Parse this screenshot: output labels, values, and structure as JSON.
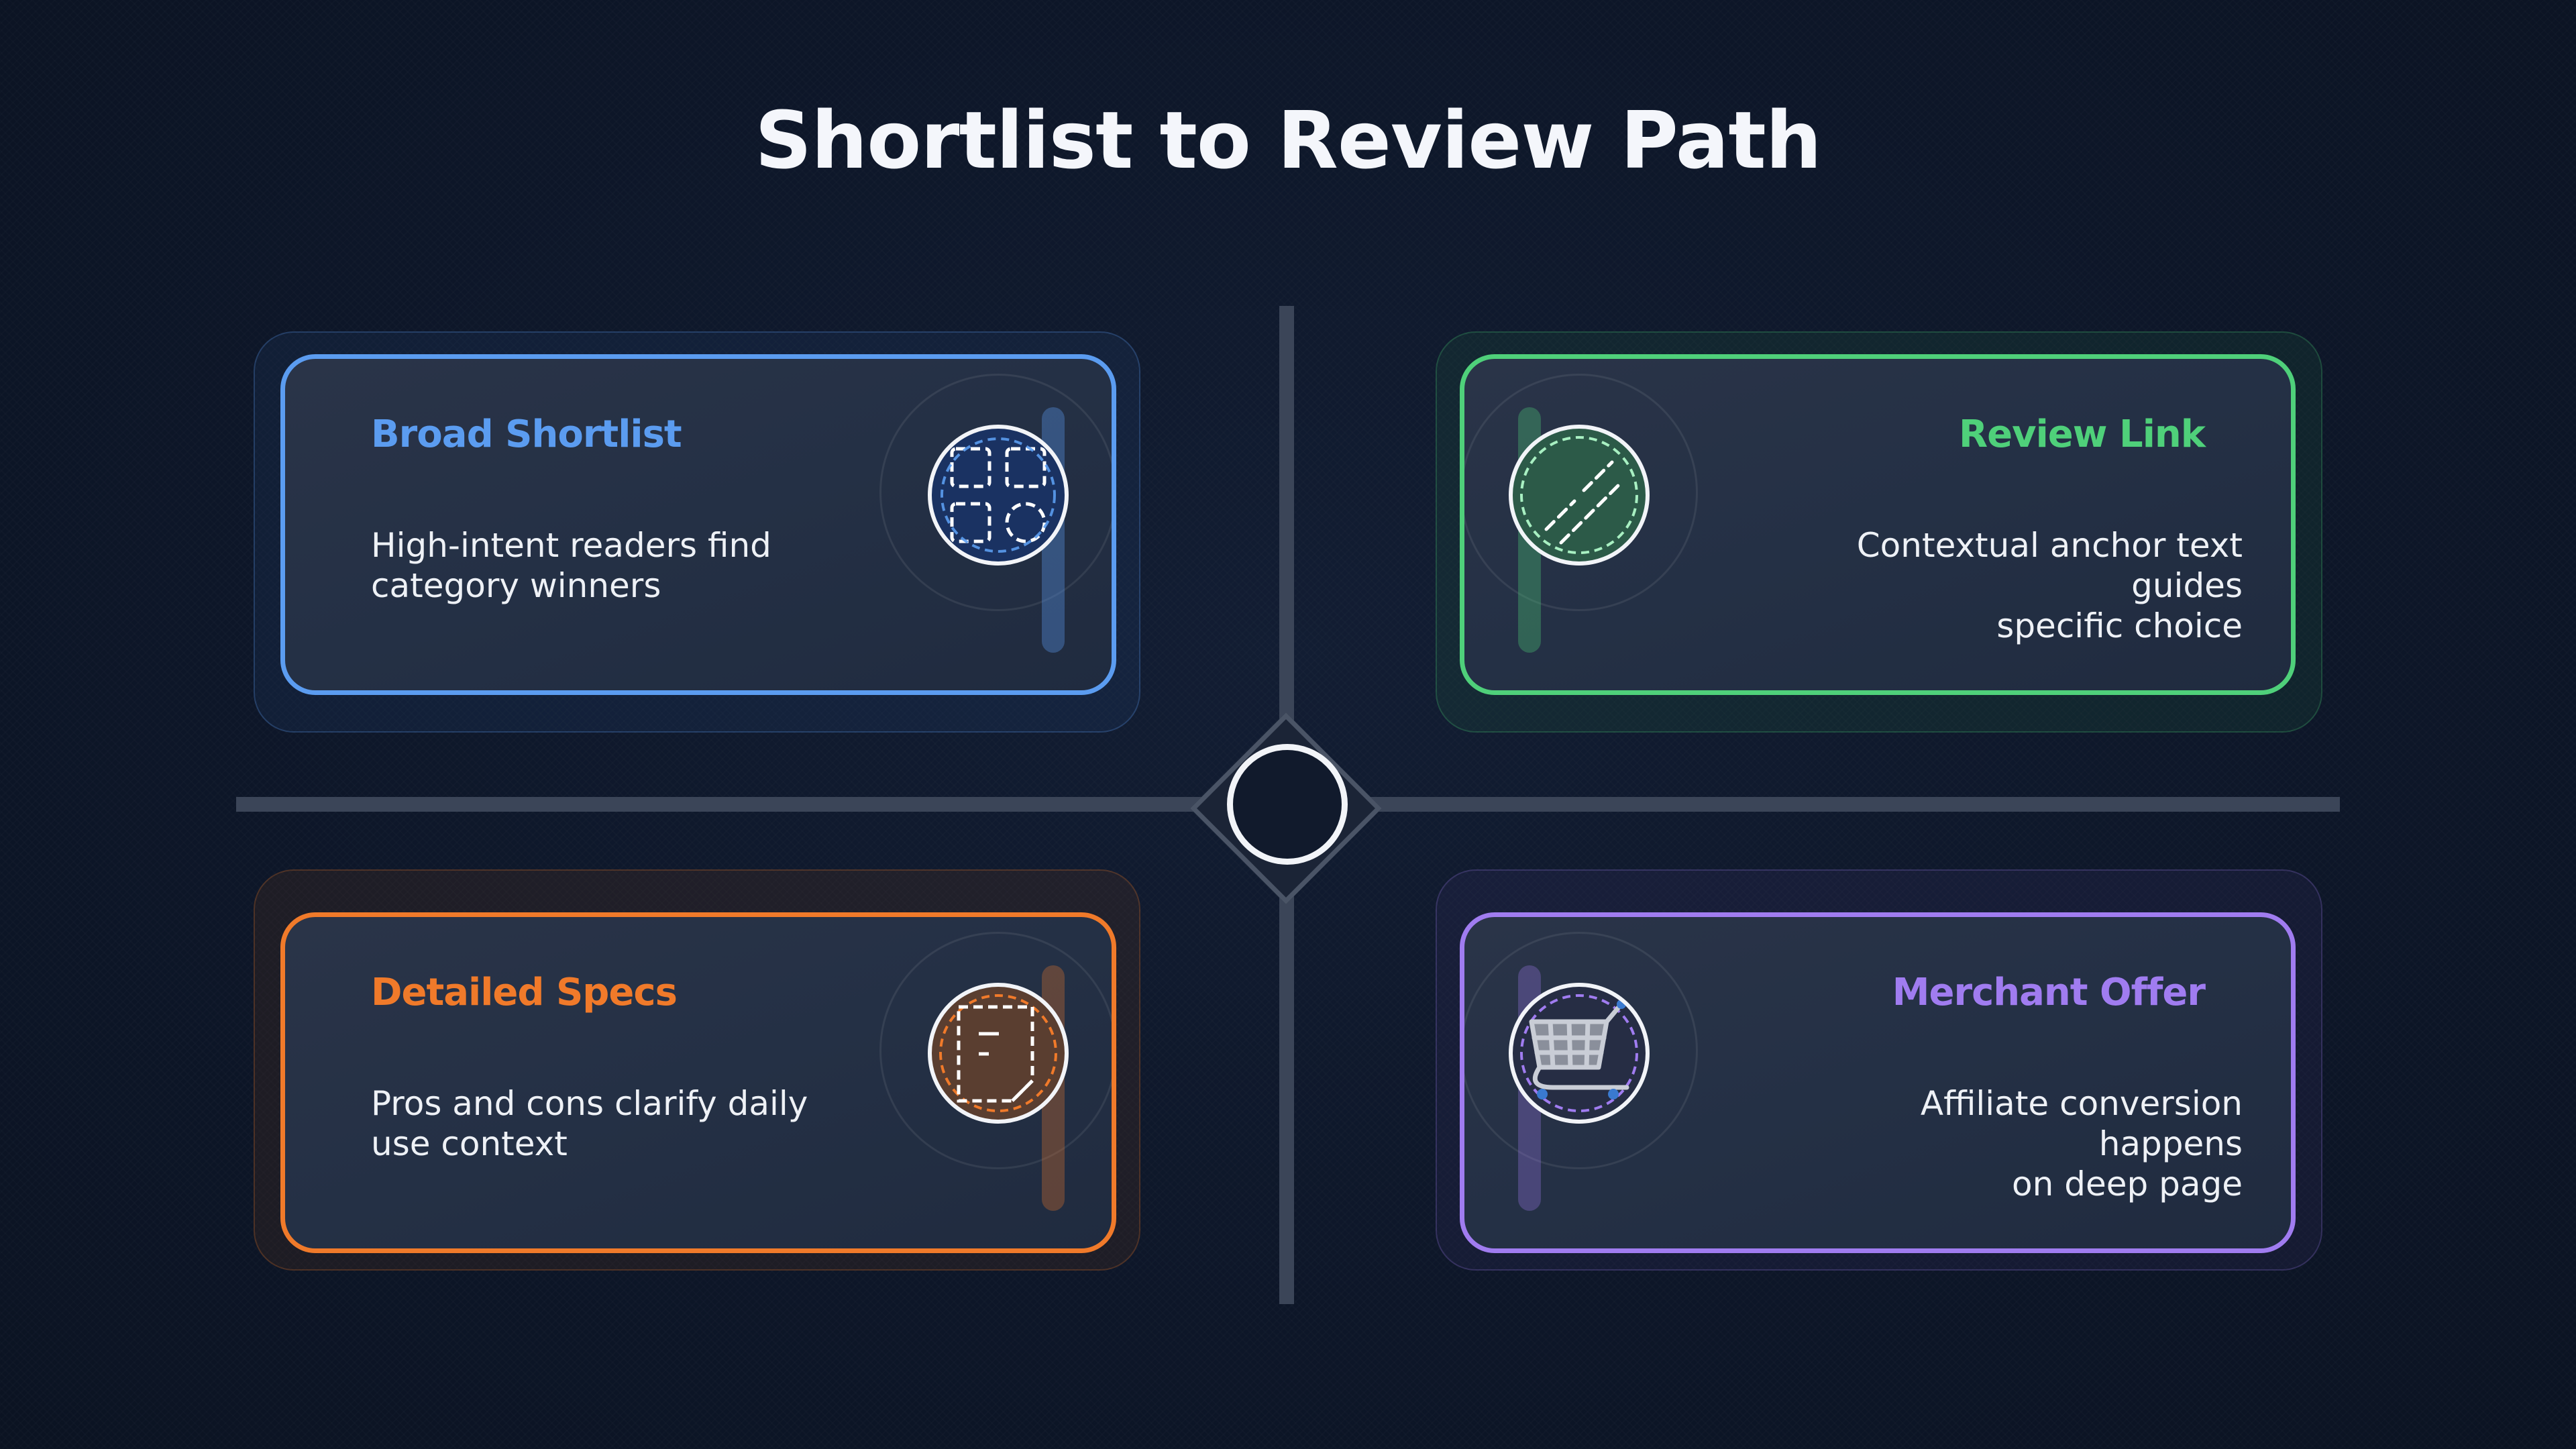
{
  "title": "Shortlist to Review Path",
  "cards": [
    {
      "id": "broad-shortlist",
      "heading": "Broad Shortlist",
      "description_lines": [
        "High-intent readers find",
        "category winners"
      ],
      "accent": "#5b9cf0",
      "icon": "grid-shapes-icon"
    },
    {
      "id": "review-link",
      "heading": "Review Link",
      "description_lines": [
        "Contextual anchor text guides",
        "specific choice"
      ],
      "accent": "#4fd07a",
      "icon": "link-icon"
    },
    {
      "id": "detailed-specs",
      "heading": "Detailed Specs",
      "description_lines": [
        "Pros and cons clarify daily",
        "use context"
      ],
      "accent": "#f07a2a",
      "icon": "document-icon"
    },
    {
      "id": "merchant-offer",
      "heading": "Merchant Offer",
      "description_lines": [
        "Affiliate conversion happens",
        "on deep page"
      ],
      "accent": "#a07cf0",
      "icon": "shopping-cart-icon"
    }
  ]
}
